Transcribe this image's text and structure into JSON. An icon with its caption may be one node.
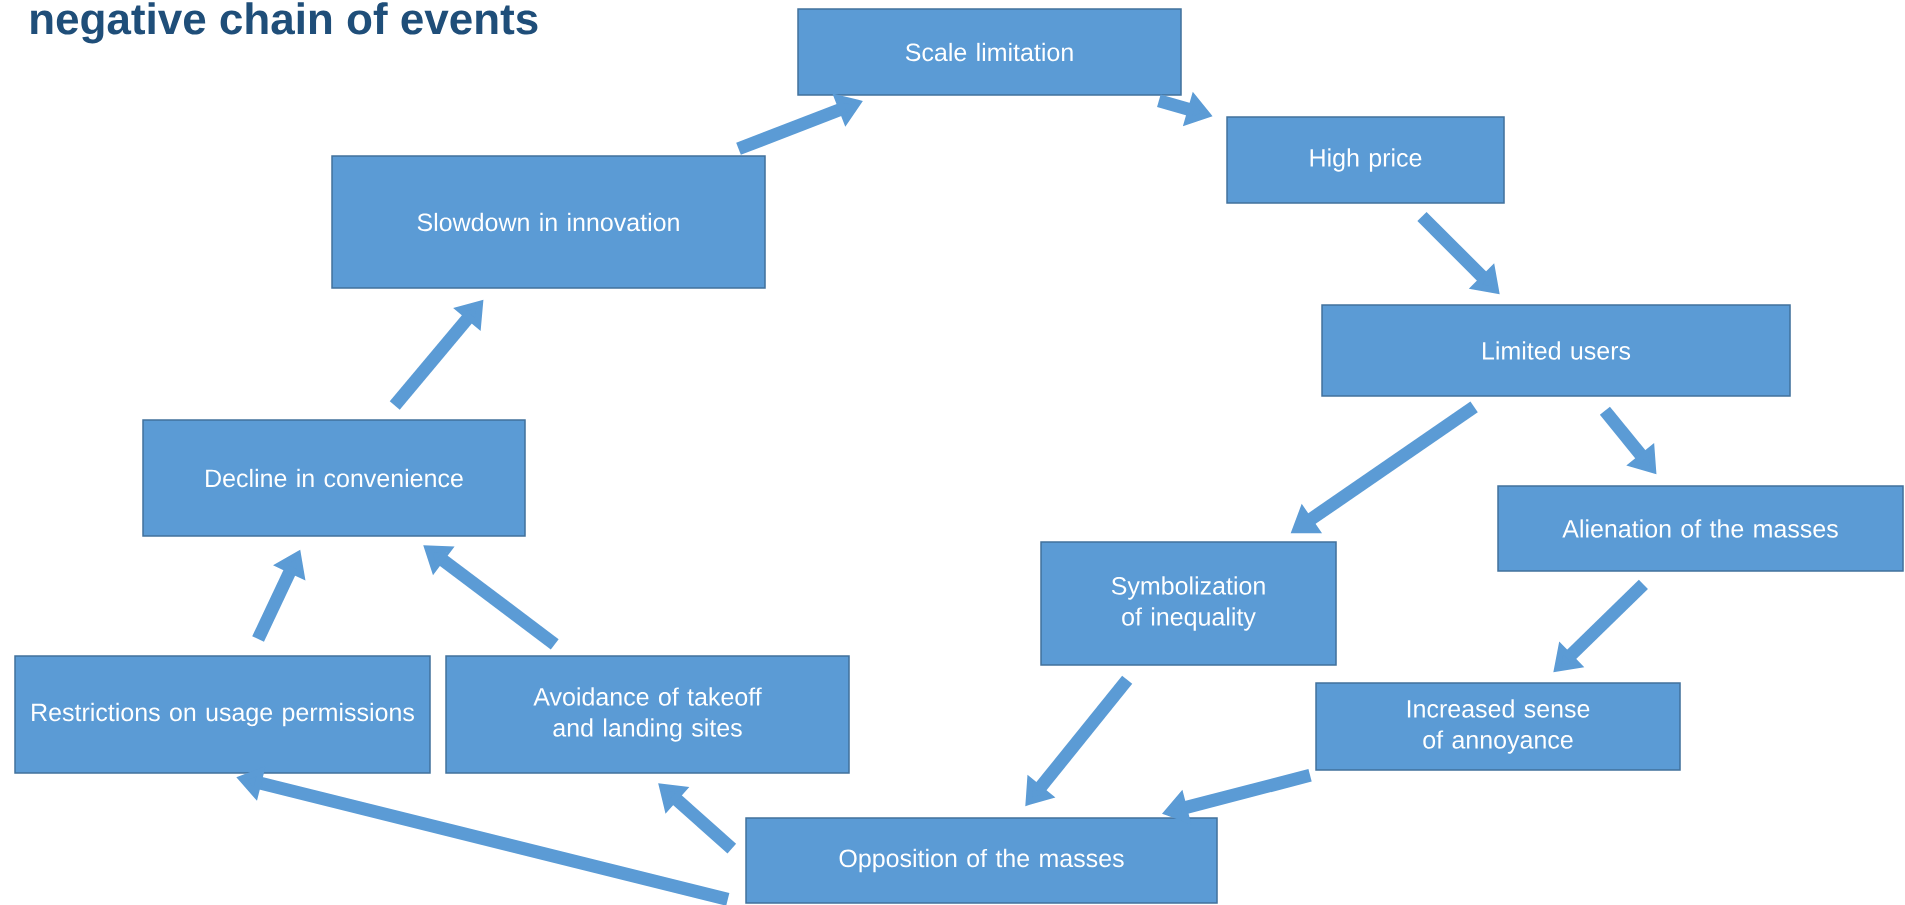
{
  "diagram": {
    "title": "negative chain of events",
    "nodes": [
      {
        "text": [
          "Scale limitation"
        ]
      },
      {
        "text": [
          "High price"
        ]
      },
      {
        "text": [
          "Limited users"
        ]
      },
      {
        "text": [
          "Symbolization of inequality"
        ]
      },
      {
        "text": [
          "Alienation of the masses"
        ]
      },
      {
        "text": [
          "Increased sense of annoyance"
        ]
      },
      {
        "text": [
          "Opposition of the masses"
        ]
      },
      {
        "text": [
          "Avoidance of takeoff and landing sites"
        ]
      },
      {
        "text": [
          "Restrictions on usage permissions"
        ]
      },
      {
        "text": [
          "Decline in convenience"
        ]
      },
      {
        "text": [
          "Slowdown in innovation"
        ]
      }
    ],
    "edges": [
      {
        "from": 0,
        "to": 1,
        "arrow": "to"
      },
      {
        "from": 1,
        "to": 2,
        "arrow": "to"
      },
      {
        "from": 2,
        "to": 3,
        "arrow": "to"
      },
      {
        "from": 2,
        "to": 4,
        "arrow": "to"
      },
      {
        "from": 4,
        "to": 5,
        "arrow": "to"
      },
      {
        "from": 3,
        "to": 6,
        "arrow": "to"
      },
      {
        "from": 5,
        "to": 6,
        "arrow": "to"
      },
      {
        "from": 6,
        "to": 7,
        "arrow": "to"
      },
      {
        "from": 6,
        "to": 8,
        "arrow": "to"
      },
      {
        "from": 8,
        "to": 9,
        "arrow": "to"
      },
      {
        "from": 7,
        "to": 9,
        "arrow": "to"
      },
      {
        "from": 9,
        "to": 10,
        "arrow": "to"
      },
      {
        "from": 10,
        "to": 0,
        "arrow": "to"
      }
    ]
  }
}
